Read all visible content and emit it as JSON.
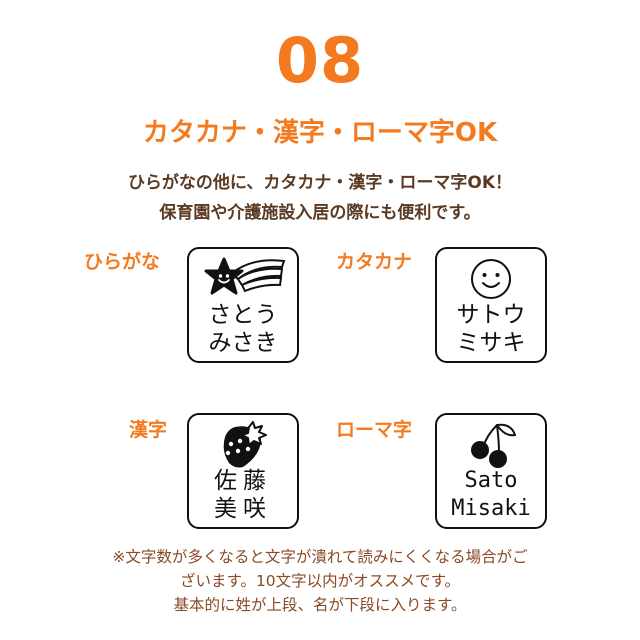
{
  "header": {
    "number": "08",
    "headline": "カタカナ・漢字・ローマ字OK",
    "description_lines": [
      "ひらがなの他に、カタカナ・漢字・ローマ字OK！",
      "保育園や介護施設入居の際にも便利です。"
    ]
  },
  "samples": [
    {
      "label": "ひらがな",
      "icon": "shooting-star-icon",
      "name_top": "さとう",
      "name_bottom": "みさき"
    },
    {
      "label": "カタカナ",
      "icon": "smiley-face-icon",
      "name_top": "サトウ",
      "name_bottom": "ミサキ"
    },
    {
      "label": "漢字",
      "icon": "strawberry-icon",
      "name_top": "佐藤",
      "name_bottom": "美咲"
    },
    {
      "label": "ローマ字",
      "icon": "cherry-icon",
      "name_top": "Sato",
      "name_bottom": "Misaki"
    }
  ],
  "notes": [
    "※文字数が多くなると文字が潰れて読みにくくなる場合がご",
    "ざいます。10文字以内がオススメです。",
    "基本的に姓が上段、名が下段に入ります。"
  ],
  "colors": {
    "accent": "#f47a1f",
    "description_text": "#5a3a22",
    "note_text": "#8a4a26",
    "stamp_ink": "#111111"
  }
}
